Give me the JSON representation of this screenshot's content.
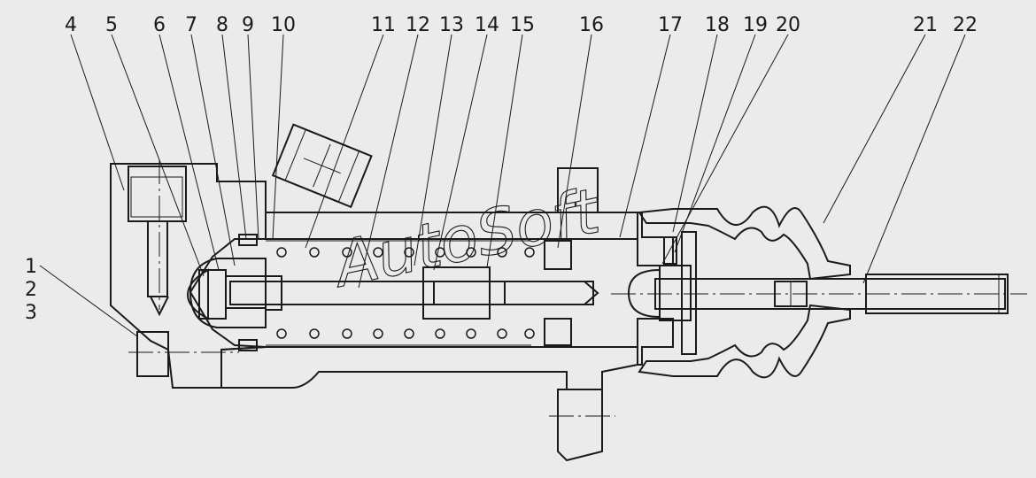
{
  "labels": [
    "1",
    "2",
    "3",
    "4",
    "5",
    "6",
    "7",
    "8",
    "9",
    "10",
    "11",
    "12",
    "13",
    "14",
    "15",
    "16",
    "17",
    "18",
    "19",
    "20",
    "21",
    "22"
  ],
  "watermark": "AutoSoft"
}
